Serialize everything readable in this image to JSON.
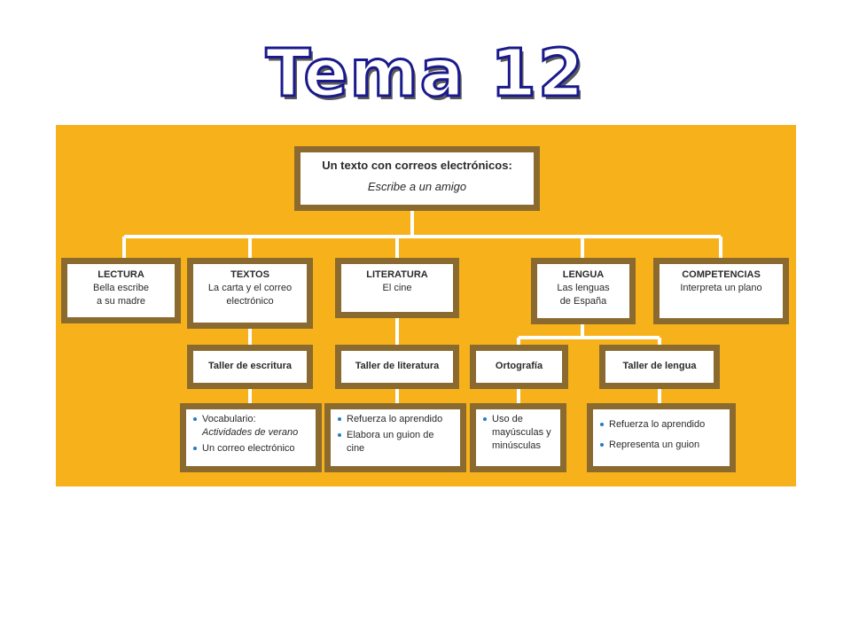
{
  "title": "Tema 12",
  "diagram": {
    "root": {
      "title": "Un texto con correos electrónicos:",
      "subtitle": "Escribe a un amigo"
    },
    "sections": {
      "lectura": {
        "title": "LECTURA",
        "line1": "Bella escribe",
        "line2": "a su madre"
      },
      "textos": {
        "title": "TEXTOS",
        "line1": "La carta y el correo",
        "line2": "electrónico"
      },
      "literatura": {
        "title": "LITERATURA",
        "line1": "El cine",
        "line2": ""
      },
      "lengua": {
        "title": "LENGUA",
        "line1": "Las lenguas",
        "line2": "de España"
      },
      "competencias": {
        "title": "COMPETENCIAS",
        "line1": "Interpreta un plano",
        "line2": ""
      }
    },
    "workshops": {
      "escritura": "Taller de escritura",
      "literatura": "Taller de literatura",
      "ortografia": "Ortografía",
      "lengua": "Taller de lengua"
    },
    "details": {
      "escritura": {
        "item1_line1": "Vocabulario:",
        "item1_line2": "Actividades de verano",
        "item2": "Un correo electrónico"
      },
      "literatura": {
        "item1": "Refuerza lo aprendido",
        "item2_line1": "Elabora un guion de",
        "item2_line2": "cine"
      },
      "ortografia": {
        "item1_line1": "Uso de",
        "item1_line2": "mayúsculas y",
        "item1_line3": "minúsculas"
      },
      "lengua": {
        "item1": "Refuerza lo aprendido",
        "item2": "Representa un guion"
      }
    },
    "colors": {
      "background": "#f7b21b",
      "box_border": "#8b6a2f",
      "connector": "#ffffff",
      "bullet": "#1e7dc8",
      "title_outline": "#1a1a8c"
    }
  }
}
